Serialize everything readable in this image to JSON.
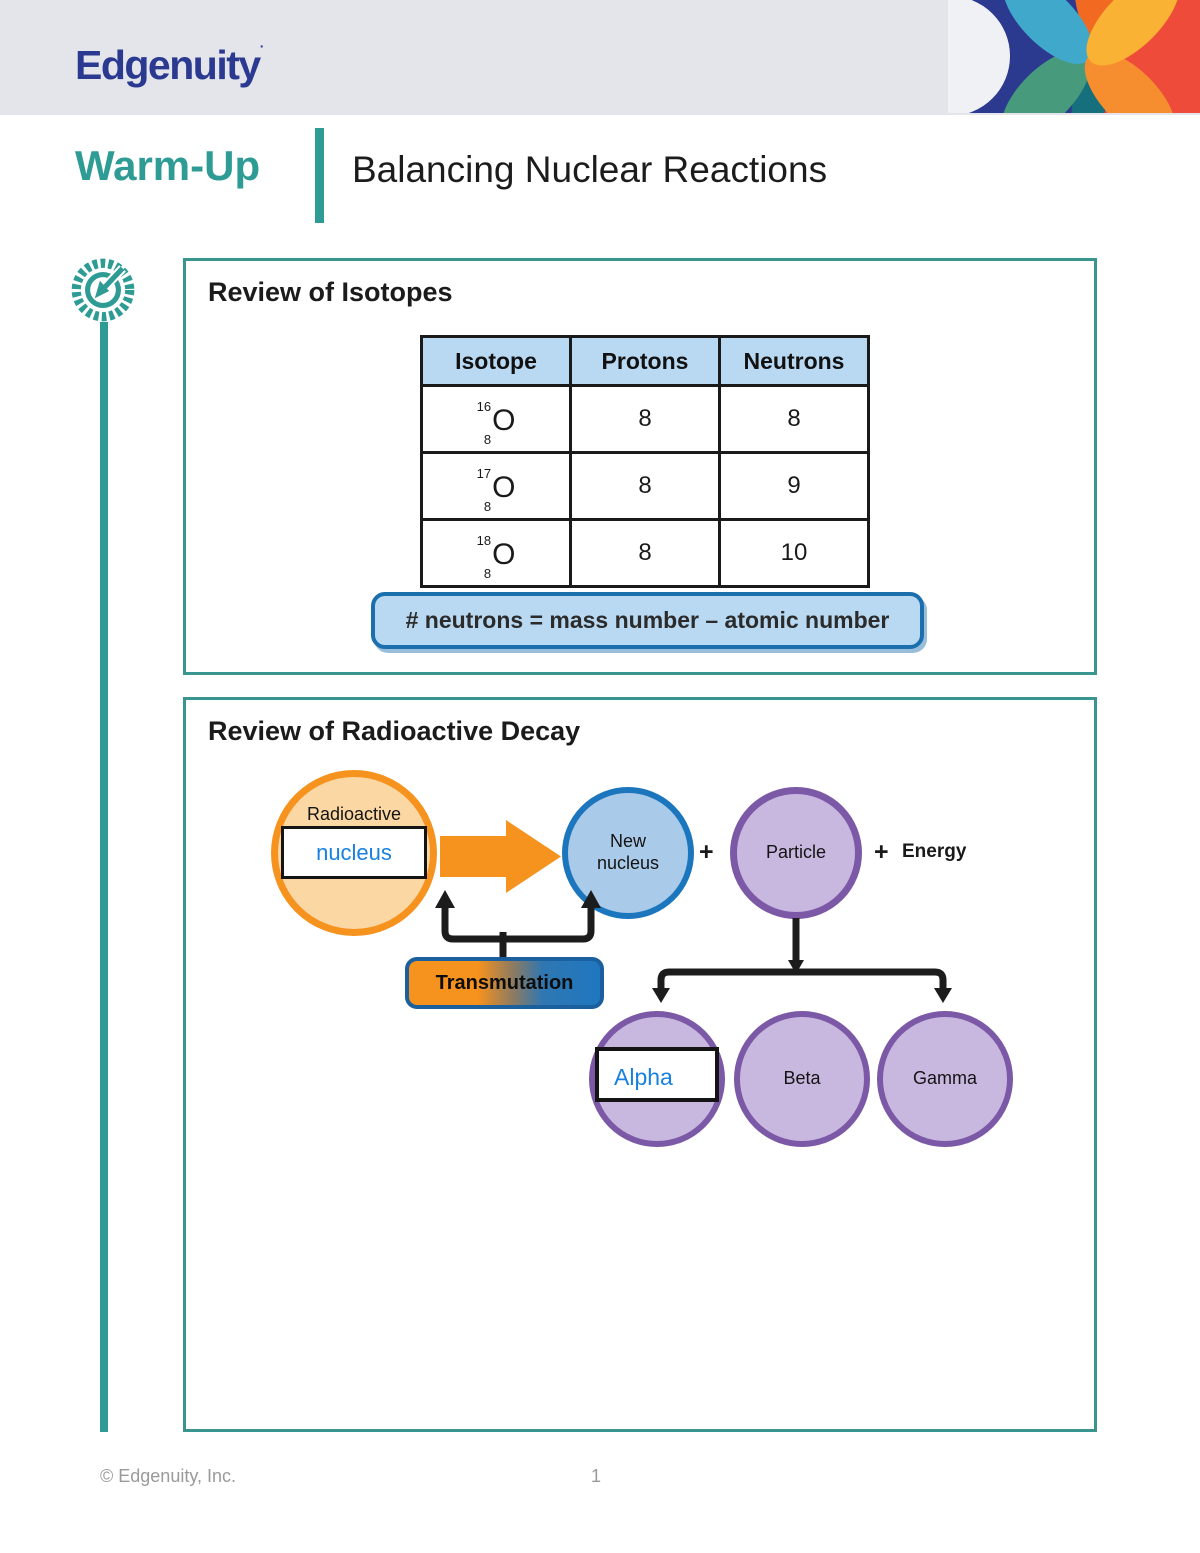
{
  "page": {
    "brand": "Edgenuity",
    "brand_dot": "·",
    "eyebrow": "Warm-Up",
    "title": "Balancing Nuclear Reactions",
    "footer": {
      "copyright": "© Edgenuity, Inc.",
      "page_number": "1"
    }
  },
  "colors": {
    "teal_accent": "#2E9C95",
    "brand_blue": "#2B3990",
    "header_bar_gray": "#E3E5EB",
    "answer_blue": "#1881E0",
    "table_header_fill": "#B9D8F1",
    "note_fill": "#B9D8F1",
    "note_border": "#1B6FAD",
    "orange": "#F6921E",
    "orange_fill": "#FBD7A4",
    "blue_circle_border": "#1C76BD",
    "blue_circle_fill": "#A9CAE9",
    "purple_border": "#7C59A7",
    "purple_fill": "#C8B7DF",
    "footer_gray": "#9A9A9A"
  },
  "isotopes_panel": {
    "heading": "Review of Isotopes",
    "table": {
      "headers": [
        "Isotope",
        "Protons",
        "Neutrons"
      ],
      "rows": [
        {
          "mass": "16",
          "atomic_number": "8",
          "symbol": "O",
          "protons": "8",
          "neutrons": "8"
        },
        {
          "mass": "17",
          "atomic_number": "8",
          "symbol": "O",
          "protons": "8",
          "neutrons": "9"
        },
        {
          "mass": "18",
          "atomic_number": "8",
          "symbol": "O",
          "protons": "8",
          "neutrons": "10"
        }
      ]
    },
    "note": "# neutrons = mass number – atomic number"
  },
  "decay_panel": {
    "heading": "Review of Radioactive Decay",
    "radioactive_label": "Radioactive",
    "nucleus_answer": "nucleus",
    "new_nucleus_label": "New nucleus",
    "plus_a": "+",
    "particle_label": "Particle",
    "plus_b": "+",
    "energy_label": "Energy",
    "transmutation_label": "Transmutation",
    "alpha_answer": "Alpha",
    "beta_label": "Beta",
    "gamma_label": "Gamma"
  }
}
